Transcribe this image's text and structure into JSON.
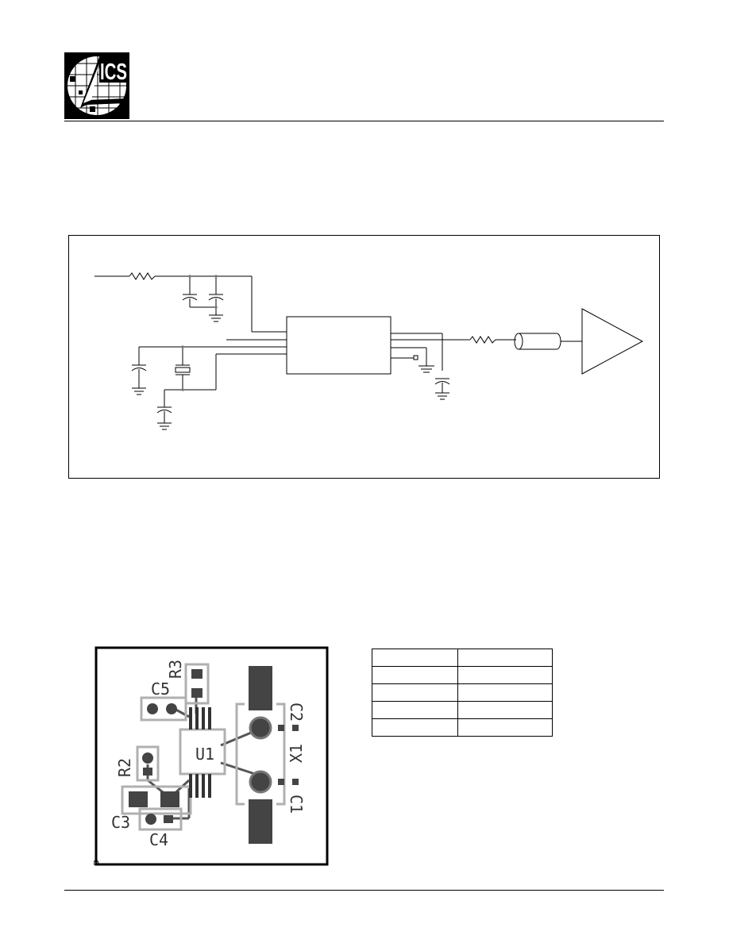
{
  "logo": {
    "text": "ICS"
  },
  "pcb": {
    "labels": {
      "r3": "R3",
      "c5": "C5",
      "r2": "R2",
      "u1": "U1",
      "c3": "C3",
      "c4": "C4",
      "c2": "C2",
      "x1": "X1",
      "c1": "C1"
    }
  },
  "table": {
    "rows": [
      [
        "",
        ""
      ],
      [
        "",
        ""
      ],
      [
        "",
        ""
      ],
      [
        "",
        ""
      ],
      [
        "",
        ""
      ]
    ]
  },
  "colors": {
    "ink": "#000000",
    "silkscreen": "#b0b0b0",
    "copper": "#444444"
  }
}
